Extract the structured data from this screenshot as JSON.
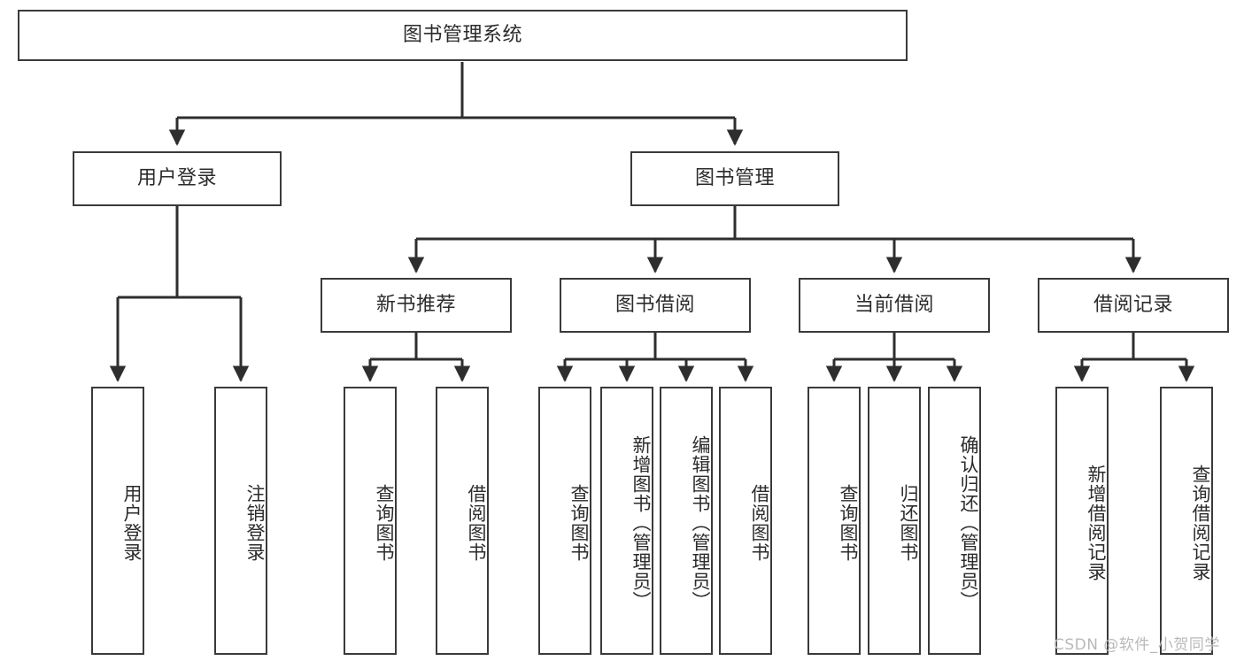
{
  "diagram": {
    "type": "tree-hierarchy",
    "title": "图书管理系统",
    "watermark": "CSDN @软件_小贺同学",
    "colors": {
      "box_border": "#3a3a3a",
      "box_fill": "#ffffff",
      "connector": "#2e2e2e",
      "text": "#2b2b2b",
      "watermark": "#b9b9b9",
      "background": "#ffffff"
    },
    "root": {
      "label": "图书管理系统"
    },
    "level2": [
      {
        "id": "user-login",
        "label": "用户登录"
      },
      {
        "id": "book-management",
        "label": "图书管理"
      }
    ],
    "level3": [
      {
        "id": "new-book-recommend",
        "label": "新书推荐",
        "parent": "book-management"
      },
      {
        "id": "book-borrow",
        "label": "图书借阅",
        "parent": "book-management"
      },
      {
        "id": "current-borrow",
        "label": "当前借阅",
        "parent": "book-management"
      },
      {
        "id": "borrow-record",
        "label": "借阅记录",
        "parent": "book-management"
      }
    ],
    "leaves": {
      "user-login": [
        {
          "id": "leaf-user-login",
          "label": "用户登录"
        },
        {
          "id": "leaf-user-logout",
          "label": "注销登录"
        }
      ],
      "new-book-recommend": [
        {
          "id": "leaf-query-book-1",
          "label": "查询图书"
        },
        {
          "id": "leaf-borrow-book-1",
          "label": "借阅图书"
        }
      ],
      "book-borrow": [
        {
          "id": "leaf-query-book-2",
          "label": "查询图书"
        },
        {
          "id": "leaf-add-book",
          "label": "新增图书（管理员）"
        },
        {
          "id": "leaf-edit-book",
          "label": "编辑图书（管理员）"
        },
        {
          "id": "leaf-borrow-book-2",
          "label": "借阅图书"
        }
      ],
      "current-borrow": [
        {
          "id": "leaf-query-book-3",
          "label": "查询图书"
        },
        {
          "id": "leaf-return-book",
          "label": "归还图书"
        },
        {
          "id": "leaf-confirm-return",
          "label": "确认归还（管理员）"
        }
      ],
      "borrow-record": [
        {
          "id": "leaf-add-record",
          "label": "新增借阅记录"
        },
        {
          "id": "leaf-query-record",
          "label": "查询借阅记录"
        }
      ]
    }
  }
}
